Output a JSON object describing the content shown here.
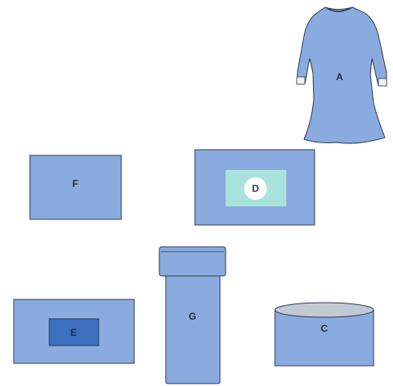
{
  "items": {
    "gown": {
      "label": "A",
      "icon": "surgical-gown-icon"
    },
    "bowl": {
      "label": "C",
      "icon": "basin-icon"
    },
    "fenestrated_drape": {
      "label": "D",
      "icon": "fenestrated-drape-icon"
    },
    "drape_with_panel": {
      "label": "E",
      "icon": "drape-with-panel-icon"
    },
    "flat_drape": {
      "label": "F",
      "icon": "flat-drape-icon"
    },
    "tube_cover": {
      "label": "G",
      "icon": "cylinder-cover-icon"
    }
  },
  "colors": {
    "drape_blue": "#89abdf",
    "drape_stroke": "#2e3b4e",
    "panel_dark_blue": "#3d6fbf",
    "window_teal": "#a9e3dc",
    "bowl_rim": "#c3c9d2",
    "cuff_white": "#f2f2f2"
  }
}
